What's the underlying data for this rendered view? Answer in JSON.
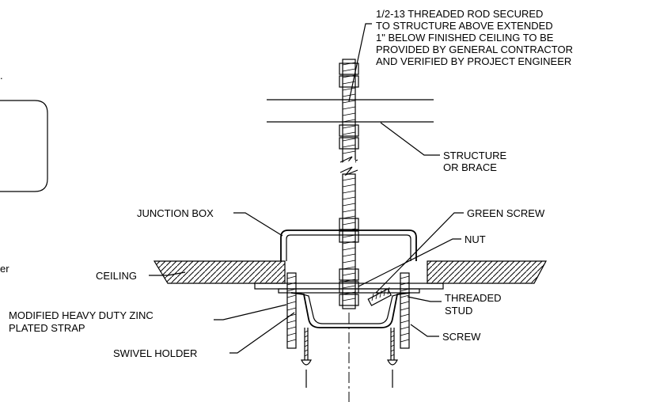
{
  "callouts": {
    "rod": [
      "1/2-13 THREADED ROD SECURED",
      "TO STRUCTURE ABOVE EXTENDED",
      "1\" BELOW FINISHED CEILING TO BE",
      "PROVIDED BY GENERAL CONTRACTOR",
      "AND VERIFIED BY PROJECT ENGINEER"
    ],
    "structure": [
      "STRUCTURE",
      "OR BRACE"
    ],
    "junction_box": "JUNCTION BOX",
    "green_screw": "GREEN SCREW",
    "nut": "NUT",
    "ceiling": "CEILING",
    "threaded_stud": [
      "THREADED",
      "STUD"
    ],
    "strap": [
      "MODIFIED HEAVY DUTY ZINC",
      "PLATED STRAP"
    ],
    "screw": "SCREW",
    "swivel_holder": "SWIVEL HOLDER",
    "left_fragment_dot": ".",
    "left_fragment_er": "er"
  },
  "colors": {
    "line": "#000000",
    "background": "#ffffff"
  }
}
